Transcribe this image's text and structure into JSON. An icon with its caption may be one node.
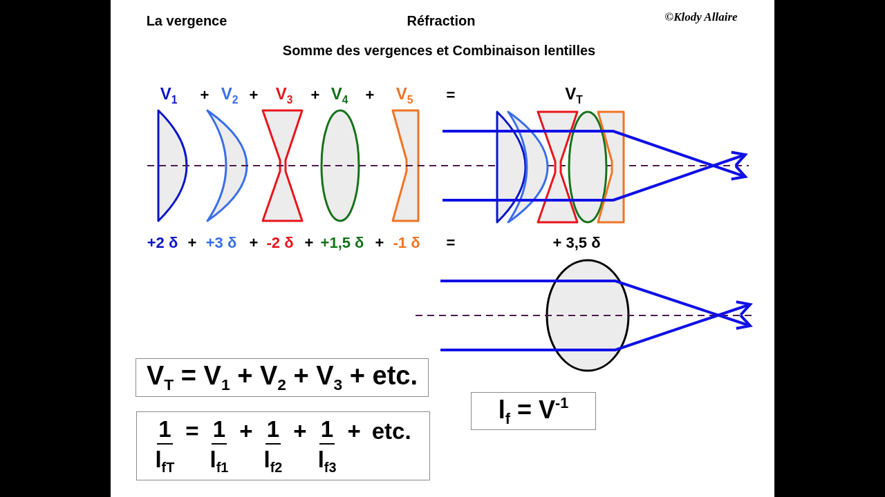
{
  "diagram": {
    "title": "Somme des vergences et Combinaison lentilles",
    "nodes": [
      {
        "text": [
          "V$_{T}$ = V$_{1}$ + V$_{2}$ + V$_{3}$ + etc."
        ]
      },
      {
        "text": [
          "1",
          "l$_{fT}$",
          "=",
          "1",
          "l$_{f1}$",
          "+",
          "1",
          "l$_{f2}$",
          "+",
          "1",
          "l$_{f3}$",
          "+",
          "etc."
        ]
      },
      {
        "text": [
          "l$_{f}$ = V$^{-1}$"
        ]
      }
    ],
    "labels": [
      "La vergence",
      "Réfraction",
      "©Klody Allaire",
      "V$_{1}$",
      "+",
      "V$_{2}$",
      "+",
      "V$_{3}$",
      "+",
      "V$_{4}$",
      "+",
      "V$_{5}$",
      "=",
      "V$_{T}$",
      "+2 δ",
      "+",
      "+3 δ",
      "+",
      "-2 δ",
      "+",
      "+1,5 δ",
      "+",
      "-1 δ",
      "=",
      "+ 3,5 δ"
    ]
  }
}
